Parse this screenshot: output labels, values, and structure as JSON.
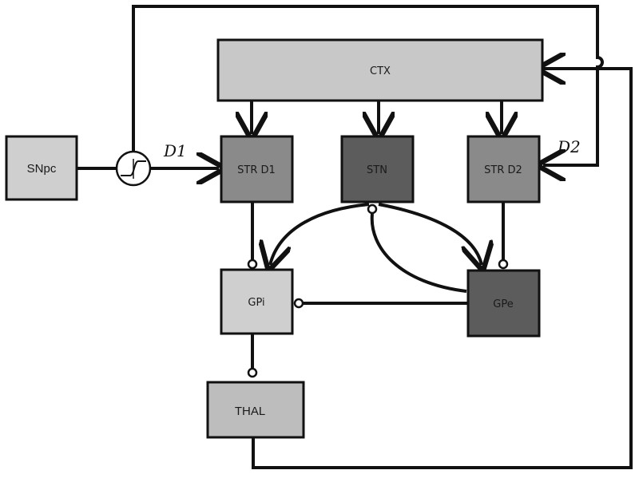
{
  "nodes": {
    "snpc": "SNpc",
    "ctx": "CTX",
    "str_d1": "STR D1",
    "stn": "STN",
    "str_d2": "STR D2",
    "gpi": "GPi",
    "gpe": "GPe",
    "thal": "THAL"
  },
  "labels": {
    "d1": "D1",
    "d2": "D2"
  },
  "colors": {
    "light": "#cfcfcf",
    "mid": "#8a8a8a",
    "dark": "#5c5c5c",
    "ctx": "#c8c8c8"
  }
}
